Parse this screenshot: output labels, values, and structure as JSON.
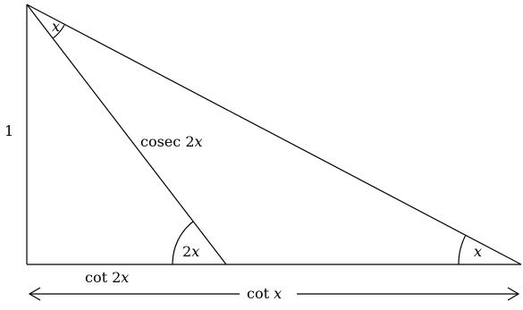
{
  "labels": {
    "side_vertical": "1",
    "hypotenuse_inner_fn": "cosec 2",
    "hypotenuse_inner_var": "x",
    "base_inner_fn": "cot 2",
    "base_inner_var": "x",
    "base_total_fn": "cot ",
    "base_total_var": "x",
    "angle_top": "x",
    "angle_middle_num": "2",
    "angle_middle_var": "x",
    "angle_right": "x"
  },
  "colors": {
    "stroke": "#000000",
    "background": "#ffffff"
  }
}
